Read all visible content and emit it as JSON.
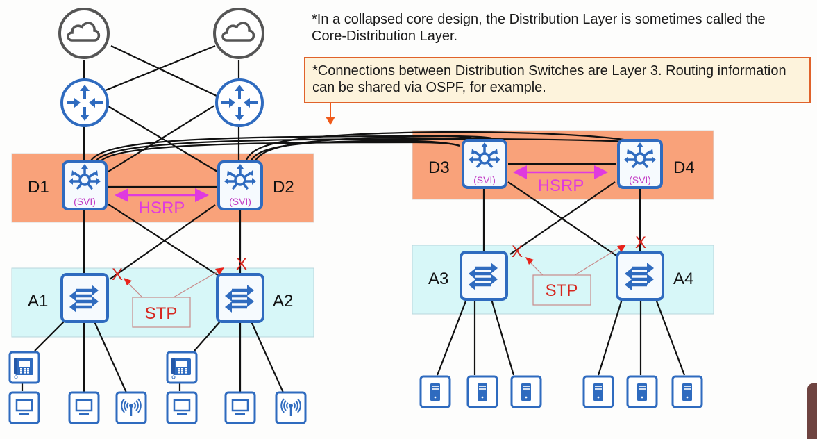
{
  "notes": {
    "collapsed_core": "*In a collapsed core design, the Distribution Layer is sometimes called the Core-Distribution Layer.",
    "layer3_connections": "*Connections between Distribution Switches are Layer 3.  Routing information can be shared via OSPF, for example."
  },
  "internet": [
    {
      "id": "cloud1",
      "icon": "cloud-icon"
    },
    {
      "id": "cloud2",
      "icon": "cloud-icon"
    }
  ],
  "routers": [
    {
      "id": "R1",
      "icon": "router-icon"
    },
    {
      "id": "R2",
      "icon": "router-icon"
    }
  ],
  "distribution": {
    "layer_color": "#f9a27a",
    "switches": [
      {
        "label": "D1",
        "svi": "(SVI)"
      },
      {
        "label": "D2",
        "svi": "(SVI)"
      },
      {
        "label": "D3",
        "svi": "(SVI)"
      },
      {
        "label": "D4",
        "svi": "(SVI)"
      }
    ],
    "hsrp_label": "HSRP",
    "hsrp_color": "#e03adf"
  },
  "access": {
    "layer_color": "#d7f7f8",
    "switches": [
      {
        "label": "A1"
      },
      {
        "label": "A2"
      },
      {
        "label": "A3"
      },
      {
        "label": "A4"
      }
    ],
    "stp_label": "STP",
    "stp_color": "#d6271f",
    "blocked_marker": "X"
  },
  "endpoints": {
    "left": [
      "ip-phone",
      "pc",
      "pc",
      "wireless-ap",
      "ip-phone",
      "pc",
      "pc",
      "wireless-ap"
    ],
    "right": [
      "server",
      "server",
      "server",
      "server",
      "server",
      "server"
    ]
  },
  "colors": {
    "device_blue": "#2f6bbf",
    "note_border": "#e0622a",
    "note_bg": "#fdf3dc"
  }
}
